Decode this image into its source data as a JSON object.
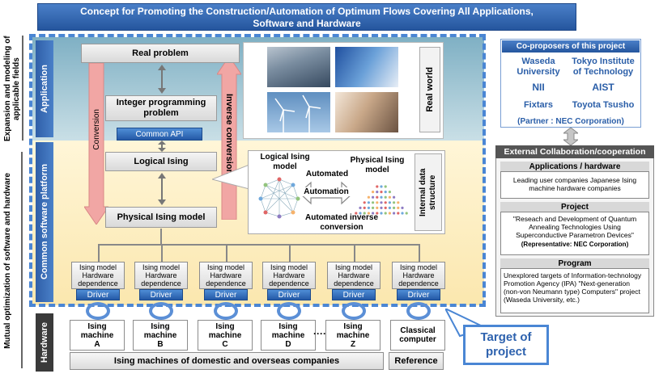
{
  "title_line1": "Concept for Promoting the Construction/Automation of Optimum Flows Covering All Applications,",
  "title_line2": "Software and Hardware",
  "left_axis": {
    "expansion": "Expansion and modeling of applicable fields",
    "mutual": "Mutual optimization of software and hardware"
  },
  "layers": {
    "application": "Application",
    "common_platform": "Common software platform",
    "hardware": "Hardware"
  },
  "flow": {
    "real_problem": "Real problem",
    "integer_programming": "Integer programming problem",
    "common_api": "Common API",
    "logical_ising": "Logical Ising",
    "physical_ising_model": "Physical Ising model",
    "conversion": "Conversion",
    "inverse_conversion": "Inverse conversion",
    "real_world": "Real world"
  },
  "internal": {
    "logical_model": "Logical Ising model",
    "physical_model": "Physical Ising model",
    "automated": "Automated",
    "automation": "Automation",
    "automated_inverse": "Automated inverse conversion",
    "internal_data_structure": "Internal data structure"
  },
  "hardware_dependence": {
    "line1": "Ising model",
    "line2": "Hardware",
    "line3": "dependence",
    "count": 6
  },
  "driver_label": "Driver",
  "machines": [
    {
      "label": "Ising\nmachine\nA"
    },
    {
      "label": "Ising\nmachine\nB"
    },
    {
      "label": "Ising\nmachine\nC"
    },
    {
      "label": "Ising\nmachine\nD"
    },
    {
      "label": "Ising\nmachine\nZ"
    },
    {
      "label": "Classical\ncomputer"
    }
  ],
  "ellipsis": "····",
  "ising_machines_caption": "Ising machines of domestic and overseas companies",
  "reference": "Reference",
  "target": "Target of project",
  "co_proposers": {
    "title": "Co-proposers of this project",
    "waseda": "Waseda University",
    "tokyo_tech": "Tokyo Institute of Technology",
    "nii": "NII",
    "aist": "AIST",
    "fixtars": "Fixtars",
    "toyota": "Toyota Tsusho",
    "partner": "(Partner : NEC Corporation)"
  },
  "external": {
    "title": "External Collaboration/cooperation",
    "apps_title": "Applications / hardware",
    "apps_body": "Leading user companies Japanese Ising machine hardware companies",
    "project_title": "Project",
    "project_body": "\"Reseach and Development of Quantum Annealing Technologies Using Superconductive Parametron Devices\"",
    "project_rep": "(Representative: NEC Corporation)",
    "program_title": "Program",
    "program_body": "Unexplored targets of Information-technology Promotion Agency (IPA) \"Next-generation (non-von Neumann type) Computers\" project (Waseda University, etc.)"
  },
  "colors": {
    "title_blue": "#2e62ae",
    "app_band": "#a9c9d6",
    "platform_band": "#fbe8b0",
    "conversion_pink": "#f1a6a4",
    "dashed_blue": "#4a86d4",
    "gray_title": "#555555"
  }
}
